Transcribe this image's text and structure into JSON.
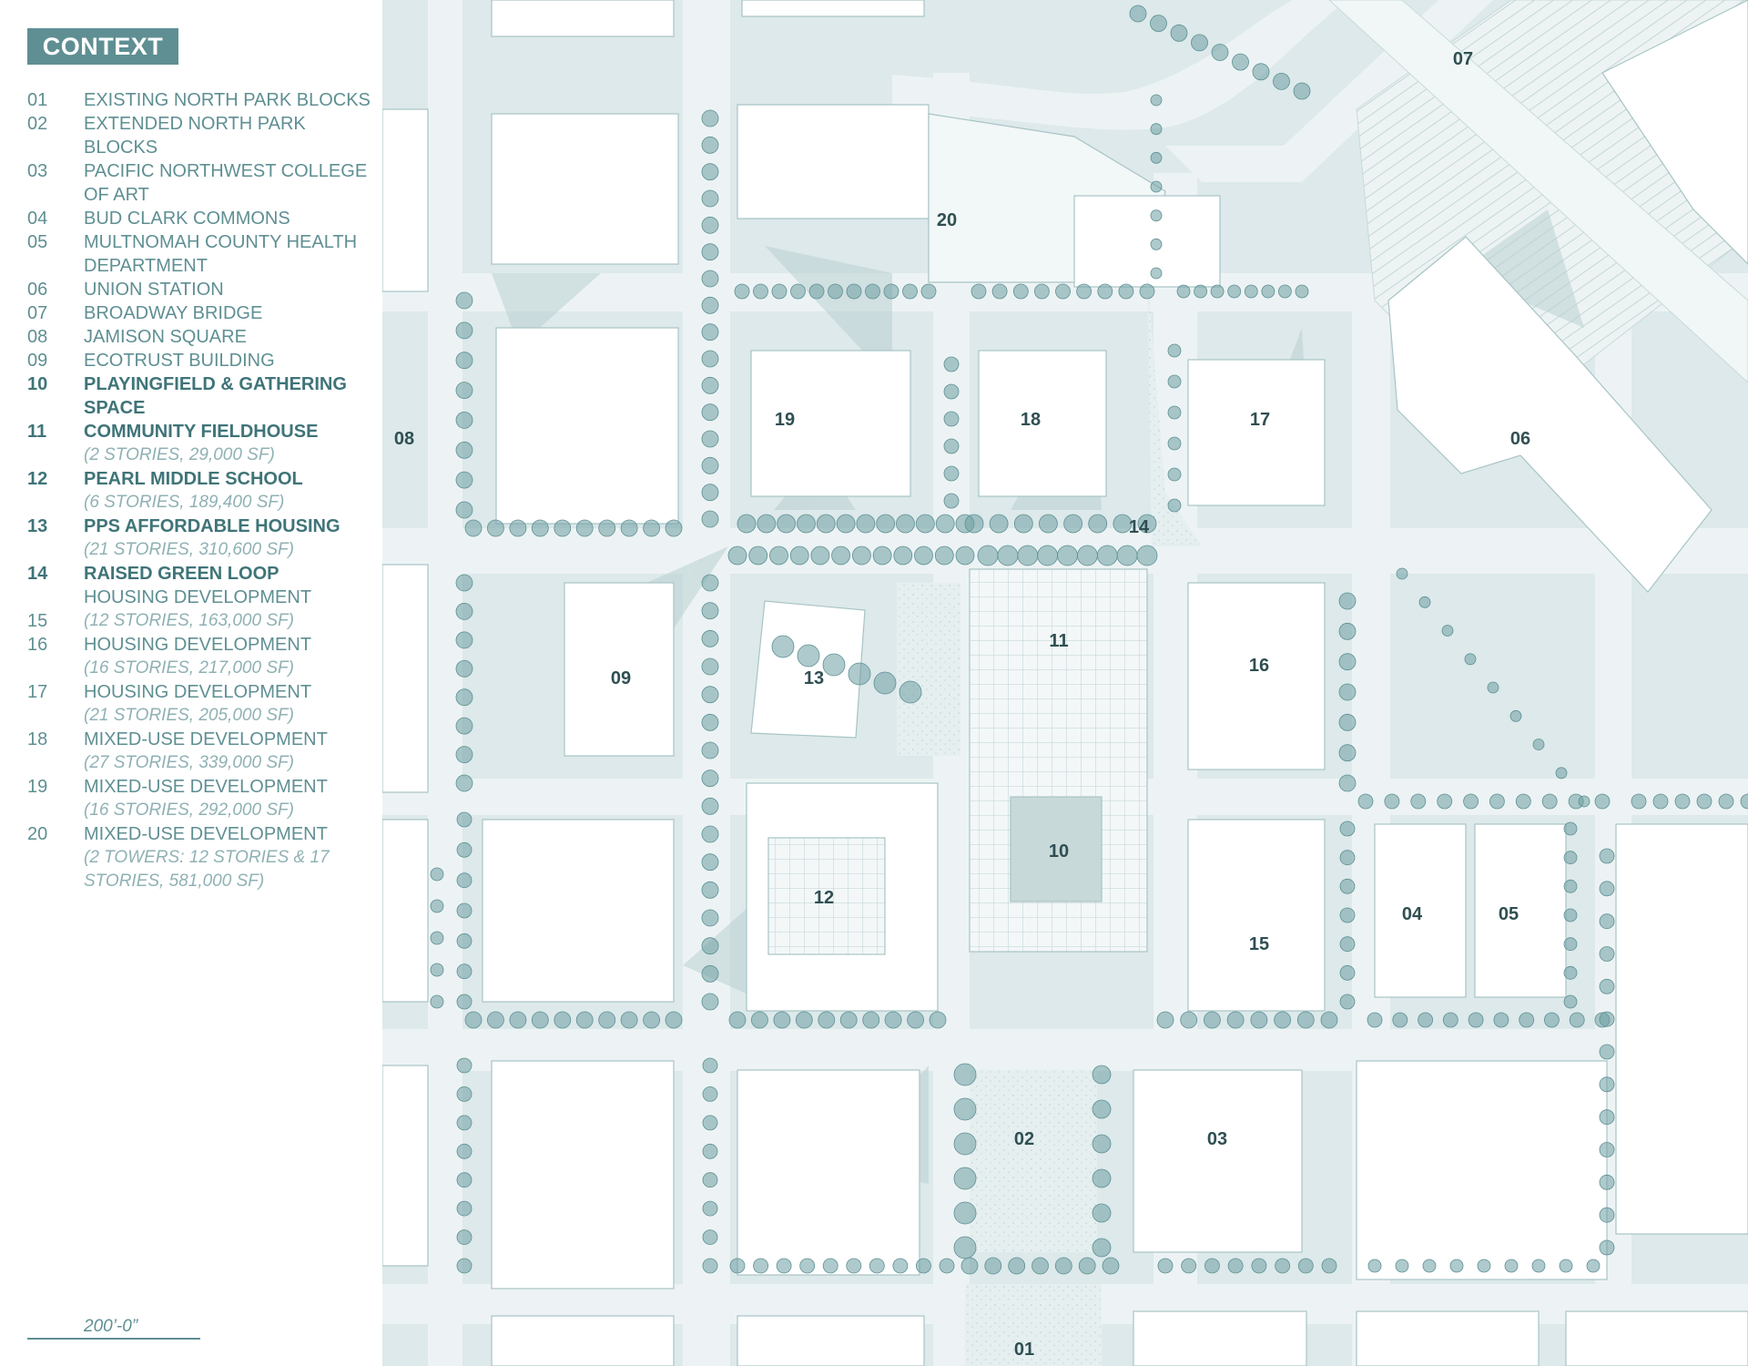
{
  "legend": {
    "title": "CONTEXT",
    "items": [
      {
        "num": "01",
        "label": "EXISTING NORTH PARK BLOCKS",
        "sub": "",
        "highlight": false
      },
      {
        "num": "02",
        "label": "EXTENDED NORTH PARK BLOCKS",
        "sub": "",
        "highlight": false
      },
      {
        "num": "03",
        "label": "PACIFIC NORTHWEST COLLEGE OF ART",
        "sub": "",
        "highlight": false
      },
      {
        "num": "04",
        "label": "BUD CLARK COMMONS",
        "sub": "",
        "highlight": false
      },
      {
        "num": "05",
        "label": "MULTNOMAH COUNTY HEALTH DEPARTMENT",
        "sub": "",
        "highlight": false
      },
      {
        "num": "06",
        "label": "UNION STATION",
        "sub": "",
        "highlight": false
      },
      {
        "num": "07",
        "label": "BROADWAY BRIDGE",
        "sub": "",
        "highlight": false
      },
      {
        "num": "08",
        "label": "JAMISON SQUARE",
        "sub": "",
        "highlight": false
      },
      {
        "num": "09",
        "label": "ECOTRUST BUILDING",
        "sub": "",
        "highlight": false
      },
      {
        "num": "10",
        "label": "PLAYINGFIELD & GATHERING SPACE",
        "sub": "",
        "highlight": true
      },
      {
        "num": "11",
        "label": "COMMUNITY FIELDHOUSE",
        "sub": "(2 STORIES, 29,000 SF)",
        "highlight": true
      },
      {
        "num": "12",
        "label": "PEARL MIDDLE SCHOOL",
        "sub": "(6 STORIES, 189,400 SF)",
        "highlight": true
      },
      {
        "num": "13",
        "label": "PPS AFFORDABLE HOUSING",
        "sub": "(21 STORIES, 310,600 SF)",
        "highlight": true
      },
      {
        "num": "14",
        "label": "RAISED GREEN LOOP",
        "sub": "",
        "highlight": true
      },
      {
        "num": "",
        "label": "HOUSING DEVELOPMENT",
        "sub": "",
        "highlight": false
      },
      {
        "num": "15",
        "label": "",
        "sub": "(12 STORIES, 163,000 SF)",
        "highlight": false
      },
      {
        "num": "16",
        "label": "HOUSING DEVELOPMENT",
        "sub": "(16 STORIES, 217,000 SF)",
        "highlight": false
      },
      {
        "num": "17",
        "label": "HOUSING DEVELOPMENT",
        "sub": "(21 STORIES, 205,000 SF)",
        "highlight": false
      },
      {
        "num": "18",
        "label": "MIXED-USE DEVELOPMENT",
        "sub": "(27 STORIES, 339,000 SF)",
        "highlight": false
      },
      {
        "num": "19",
        "label": "MIXED-USE DEVELOPMENT",
        "sub": "(16 STORIES, 292,000 SF)",
        "highlight": false
      },
      {
        "num": "20",
        "label": "MIXED-USE DEVELOPMENT",
        "sub": "(2 TOWERS: 12 STORIES & 17 STORIES, 581,000 SF)",
        "highlight": false
      }
    ]
  },
  "scale": {
    "label": "200’-0”"
  },
  "colors": {
    "accent": "#5f8f93",
    "tree": "#6e9ea2",
    "building": "#ffffff",
    "ground": "#dde9ea"
  },
  "map_labels": {
    "l01": "01",
    "l02": "02",
    "l03": "03",
    "l04": "04",
    "l05": "05",
    "l06": "06",
    "l07": "07",
    "l08": "08",
    "l09": "09",
    "l10": "10",
    "l11": "11",
    "l12": "12",
    "l13": "13",
    "l14": "14",
    "l15": "15",
    "l16": "16",
    "l17": "17",
    "l18": "18",
    "l19": "19",
    "l20": "20"
  }
}
